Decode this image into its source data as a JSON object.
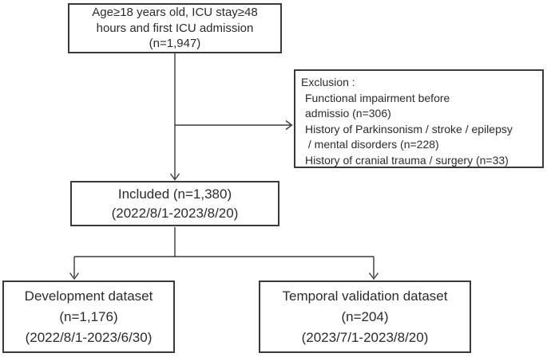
{
  "theme": {
    "background": "#ffffff",
    "line_color": "#3a3a3a",
    "text_color": "#2b2b2b"
  },
  "diagram_type": "patient-selection-flowchart",
  "boxes": {
    "eligibility": {
      "lines": [
        "Age≥18 years old, ICU stay≥48",
        "hours and first ICU admission",
        "(n=1,947)"
      ]
    },
    "exclusion": {
      "title": "Exclusion :",
      "lines": [
        "Functional impairment before",
        "admissio (n=306)",
        "History of Parkinsonism / stroke / epilepsy",
        " / mental disorders (n=228)",
        "History of cranial trauma / surgery (n=33)"
      ]
    },
    "included": {
      "lines": [
        "Included (n=1,380)",
        "(2022/8/1-2023/8/20)"
      ]
    },
    "development": {
      "lines": [
        "Development dataset",
        "(n=1,176)",
        "(2022/8/1-2023/6/30)"
      ]
    },
    "temporal": {
      "lines": [
        "Temporal validation dataset",
        "(n=204)",
        "(2023/7/1-2023/8/20)"
      ]
    }
  }
}
